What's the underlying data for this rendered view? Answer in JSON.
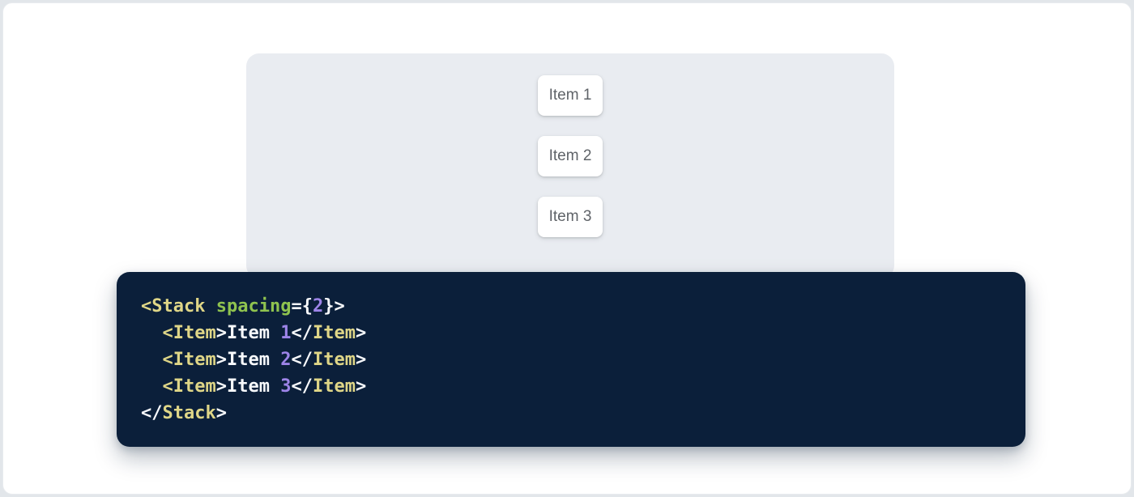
{
  "theme": {
    "backdrop": "#e2e6ea",
    "page_background": "#ffffff",
    "page_border": "#e8ebee",
    "panel_background": "#e9ecf1",
    "item_background": "#ffffff",
    "item_text_color": "#5f6368"
  },
  "demo": {
    "items": [
      {
        "label": "Item 1"
      },
      {
        "label": "Item 2"
      },
      {
        "label": "Item 3"
      }
    ]
  },
  "code": {
    "language": "jsx",
    "source": "<Stack spacing={2}>\n  <Item>Item 1</Item>\n  <Item>Item 2</Item>\n  <Item>Item 3</Item>\n</Stack>",
    "colors": {
      "background": "#0b1f3a",
      "tag": "#dfd687",
      "attribute": "#8fc34f",
      "number": "#9d84e8",
      "plain": "#f7f9fc"
    },
    "lines": [
      [
        {
          "t": "<Stack",
          "c": "tag"
        },
        {
          "t": " ",
          "c": "plain"
        },
        {
          "t": "spacing",
          "c": "attribute"
        },
        {
          "t": "={",
          "c": "plain"
        },
        {
          "t": "2",
          "c": "number"
        },
        {
          "t": "}>",
          "c": "plain"
        }
      ],
      [
        {
          "t": "  ",
          "c": "plain"
        },
        {
          "t": "<Item",
          "c": "tag"
        },
        {
          "t": ">",
          "c": "plain"
        },
        {
          "t": "Item ",
          "c": "plain"
        },
        {
          "t": "1",
          "c": "number"
        },
        {
          "t": "</",
          "c": "plain"
        },
        {
          "t": "Item",
          "c": "tag"
        },
        {
          "t": ">",
          "c": "plain"
        }
      ],
      [
        {
          "t": "  ",
          "c": "plain"
        },
        {
          "t": "<Item",
          "c": "tag"
        },
        {
          "t": ">",
          "c": "plain"
        },
        {
          "t": "Item ",
          "c": "plain"
        },
        {
          "t": "2",
          "c": "number"
        },
        {
          "t": "</",
          "c": "plain"
        },
        {
          "t": "Item",
          "c": "tag"
        },
        {
          "t": ">",
          "c": "plain"
        }
      ],
      [
        {
          "t": "  ",
          "c": "plain"
        },
        {
          "t": "<Item",
          "c": "tag"
        },
        {
          "t": ">",
          "c": "plain"
        },
        {
          "t": "Item ",
          "c": "plain"
        },
        {
          "t": "3",
          "c": "number"
        },
        {
          "t": "</",
          "c": "plain"
        },
        {
          "t": "Item",
          "c": "tag"
        },
        {
          "t": ">",
          "c": "plain"
        }
      ],
      [
        {
          "t": "</",
          "c": "plain"
        },
        {
          "t": "Stack",
          "c": "tag"
        },
        {
          "t": ">",
          "c": "plain"
        }
      ]
    ]
  }
}
